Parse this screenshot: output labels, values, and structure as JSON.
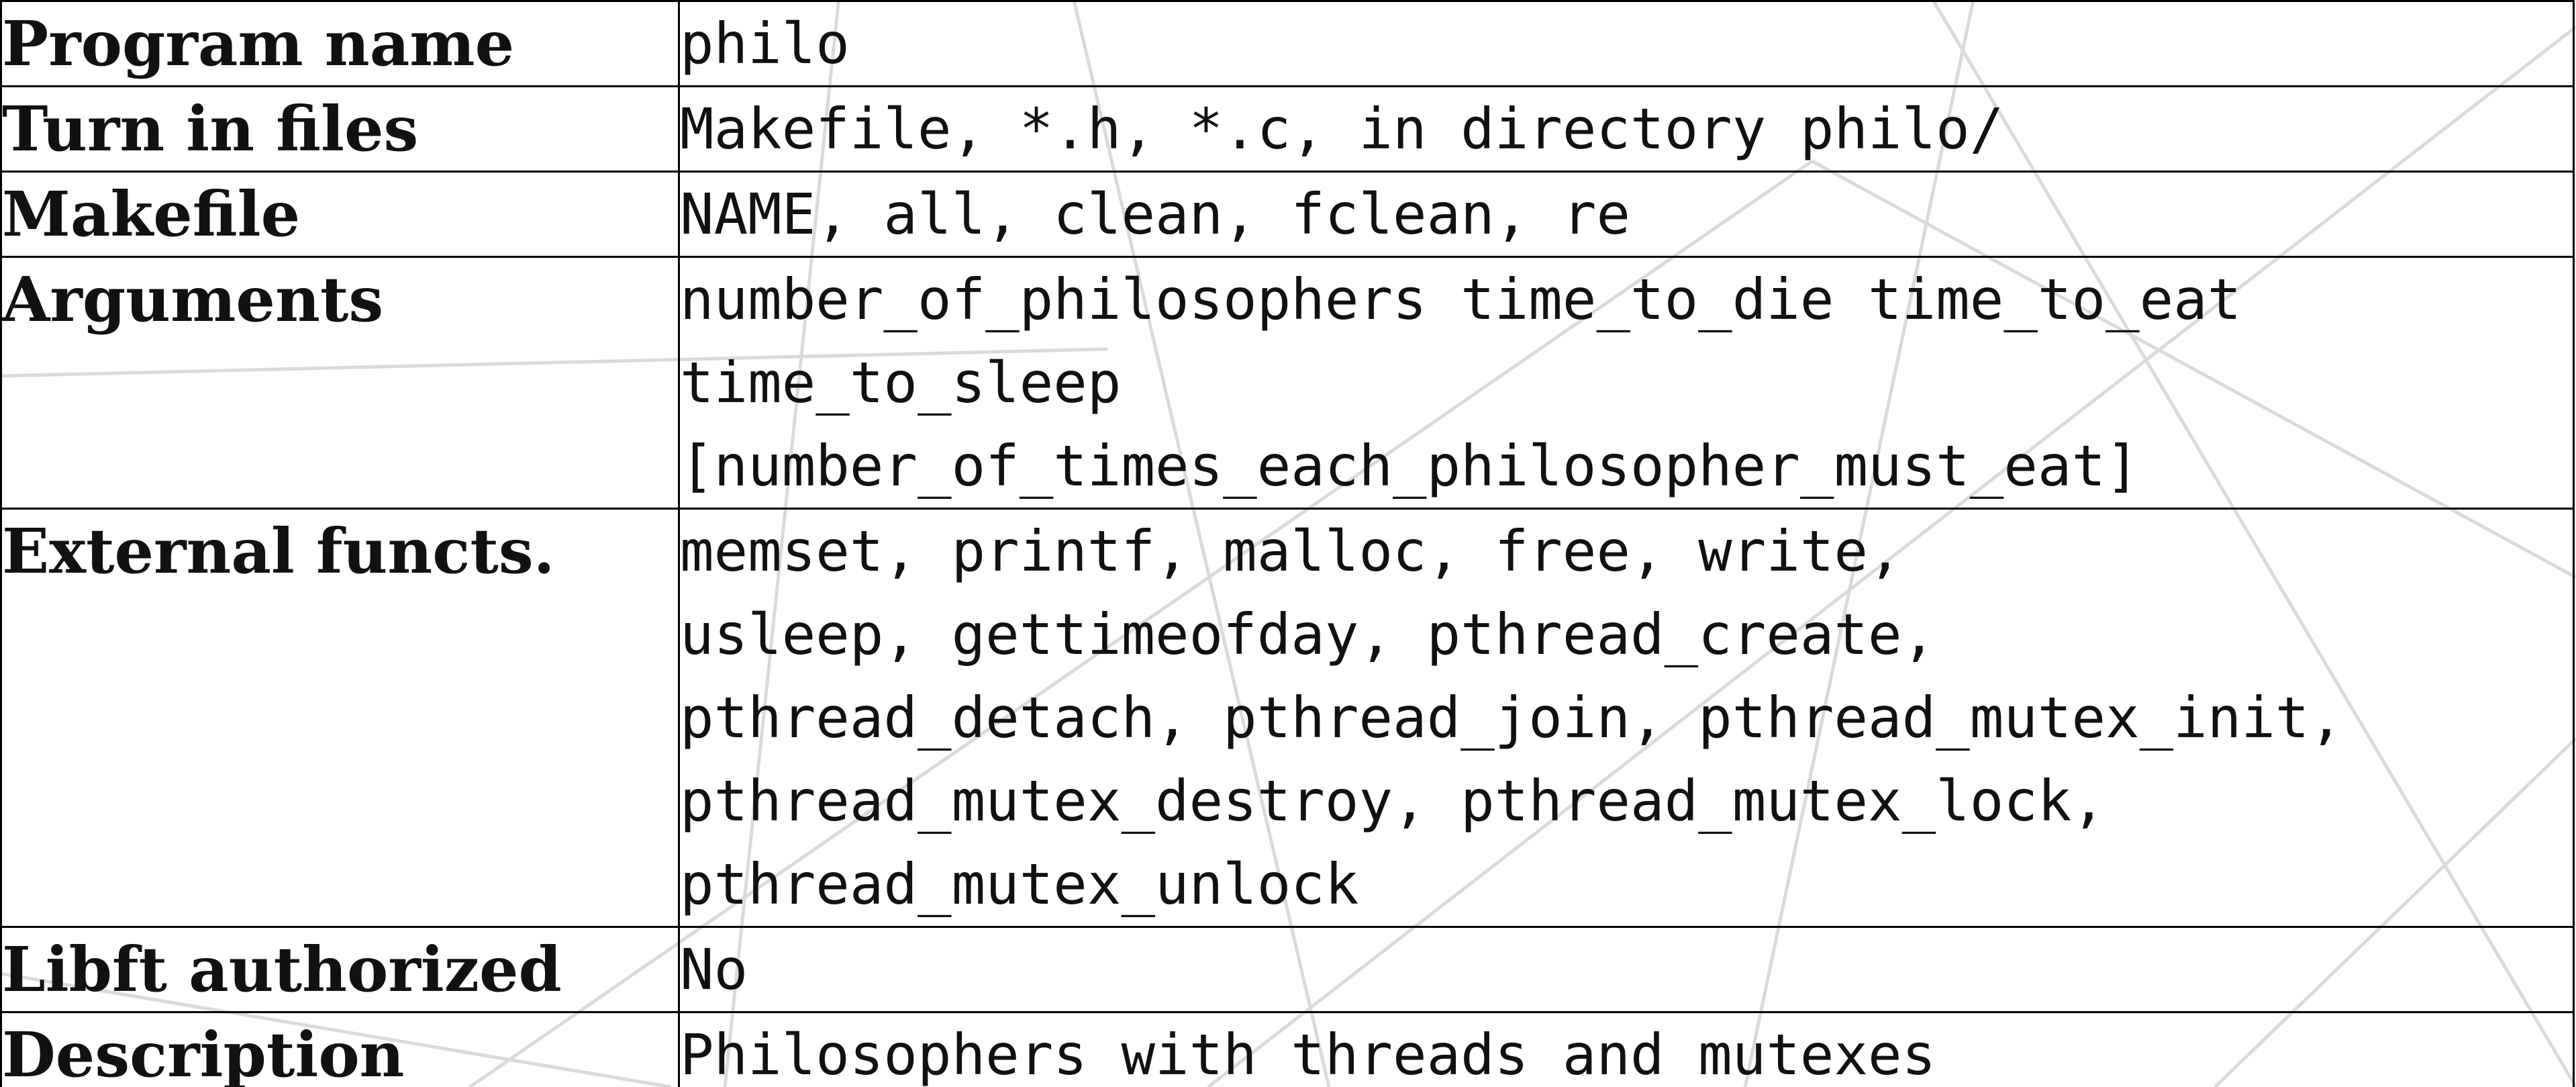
{
  "rows": [
    {
      "label": "Program name",
      "lines": [
        "philo"
      ]
    },
    {
      "label": "Turn in files",
      "lines": [
        "Makefile, *.h, *.c, in directory philo/"
      ]
    },
    {
      "label": "Makefile",
      "lines": [
        "NAME, all, clean, fclean, re"
      ]
    },
    {
      "label": "Arguments",
      "lines": [
        "number_of_philosophers time_to_die time_to_eat",
        "time_to_sleep",
        "[number_of_times_each_philosopher_must_eat]"
      ]
    },
    {
      "label": "External functs.",
      "lines": [
        "memset, printf, malloc, free, write,",
        "usleep, gettimeofday, pthread_create,",
        "pthread_detach, pthread_join, pthread_mutex_init,",
        "pthread_mutex_destroy, pthread_mutex_lock,",
        "pthread_mutex_unlock"
      ]
    },
    {
      "label": "Libft authorized",
      "lines": [
        "No"
      ]
    },
    {
      "label": "Description",
      "lines": [
        "Philosophers with threads and mutexes"
      ]
    }
  ],
  "colors": {
    "border": "#000000",
    "text": "#111111",
    "background": "#ffffff",
    "watermark_lines": "#d4d4d4"
  }
}
